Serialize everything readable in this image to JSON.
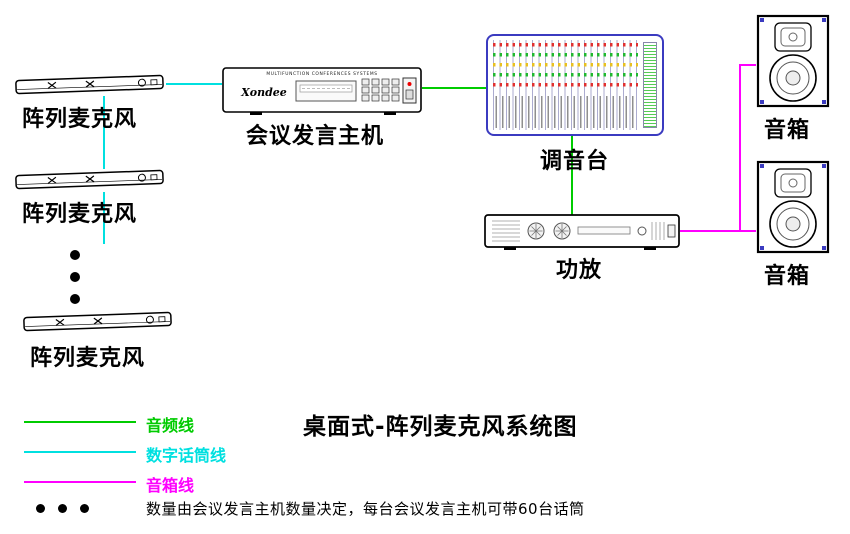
{
  "title": "桌面式-阵列麦克风系统图",
  "nodes": {
    "mic1": {
      "label": "阵列麦克风"
    },
    "mic2": {
      "label": "阵列麦克风"
    },
    "mic3": {
      "label": "阵列麦克风"
    },
    "host": {
      "label": "会议发言主机",
      "brand": "Xondee",
      "panel_text": "MULTIFUNCTION CONFERENCES SYSTEMS"
    },
    "mixer": {
      "label": "调音台"
    },
    "amplifier": {
      "label": "功放"
    },
    "speaker_top": {
      "label": "音箱"
    },
    "speaker_bottom": {
      "label": "音箱"
    }
  },
  "legend": {
    "audio_line": {
      "label": "音频线",
      "color": "#00cc00"
    },
    "digital_mic_line": {
      "label": "数字话筒线",
      "color": "#00e0e0"
    },
    "speaker_line": {
      "label": "音箱线",
      "color": "#ff00ff"
    },
    "note": "数量由会议发言主机数量决定，每台会议发言主机可带60台话筒"
  }
}
